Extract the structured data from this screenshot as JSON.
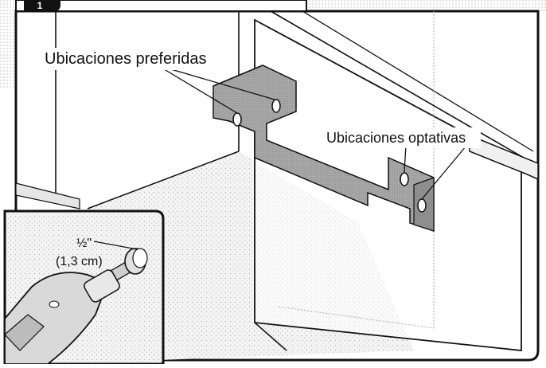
{
  "step_badge": "1",
  "labels": {
    "preferred_locations": "Ubicaciones preferidas",
    "optional_locations": "Ubicaciones optativas"
  },
  "inset": {
    "size_imperial": "½\"",
    "size_metric": "(1,3 cm)"
  },
  "colors": {
    "background": "#ffffff",
    "line": "#111111",
    "bracket_fill": "#a9a9a9",
    "side_shade": "#cfcfcf",
    "floor_stipple": "#bdbdbd",
    "header_gray": "#c9c9c9"
  }
}
